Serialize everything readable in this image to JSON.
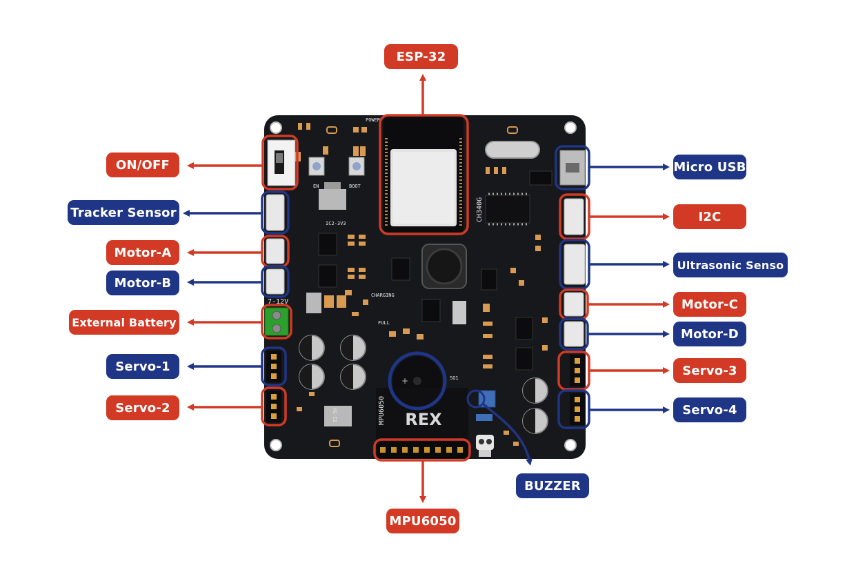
{
  "colors": {
    "red": "#d23a25",
    "blue": "#1f3586",
    "board": "#17181b",
    "pad": "#d99a52"
  },
  "labels": {
    "esp32": "ESP-32",
    "on_off": "ON/OFF",
    "tracker_sensor": "Tracker Sensor",
    "motor_a": "Motor-A",
    "motor_b": "Motor-B",
    "external_battery": "External Battery",
    "servo_1": "Servo-1",
    "servo_2": "Servo-2",
    "micro_usb": "Micro USB",
    "i2c": "I2C",
    "ultrasonic": "Ultrasonic Senso",
    "motor_c": "Motor-C",
    "motor_d": "Motor-D",
    "servo_3": "Servo-3",
    "servo_4": "Servo-4",
    "buzzer": "BUZZER",
    "mpu6050": "MPU6050"
  },
  "board": {
    "module_label": "CH340G",
    "imu_label": "MPU6050",
    "logo": "REX",
    "voltage_label": "7-12V",
    "btn_en": "EN",
    "btn_boot": "BOOT",
    "power": "POWER",
    "charging": "CHARGING",
    "full": "FULL",
    "i2c_reg": "IC2-3V3",
    "sg1": "SG1",
    "i1_5v": "I1-5V"
  }
}
